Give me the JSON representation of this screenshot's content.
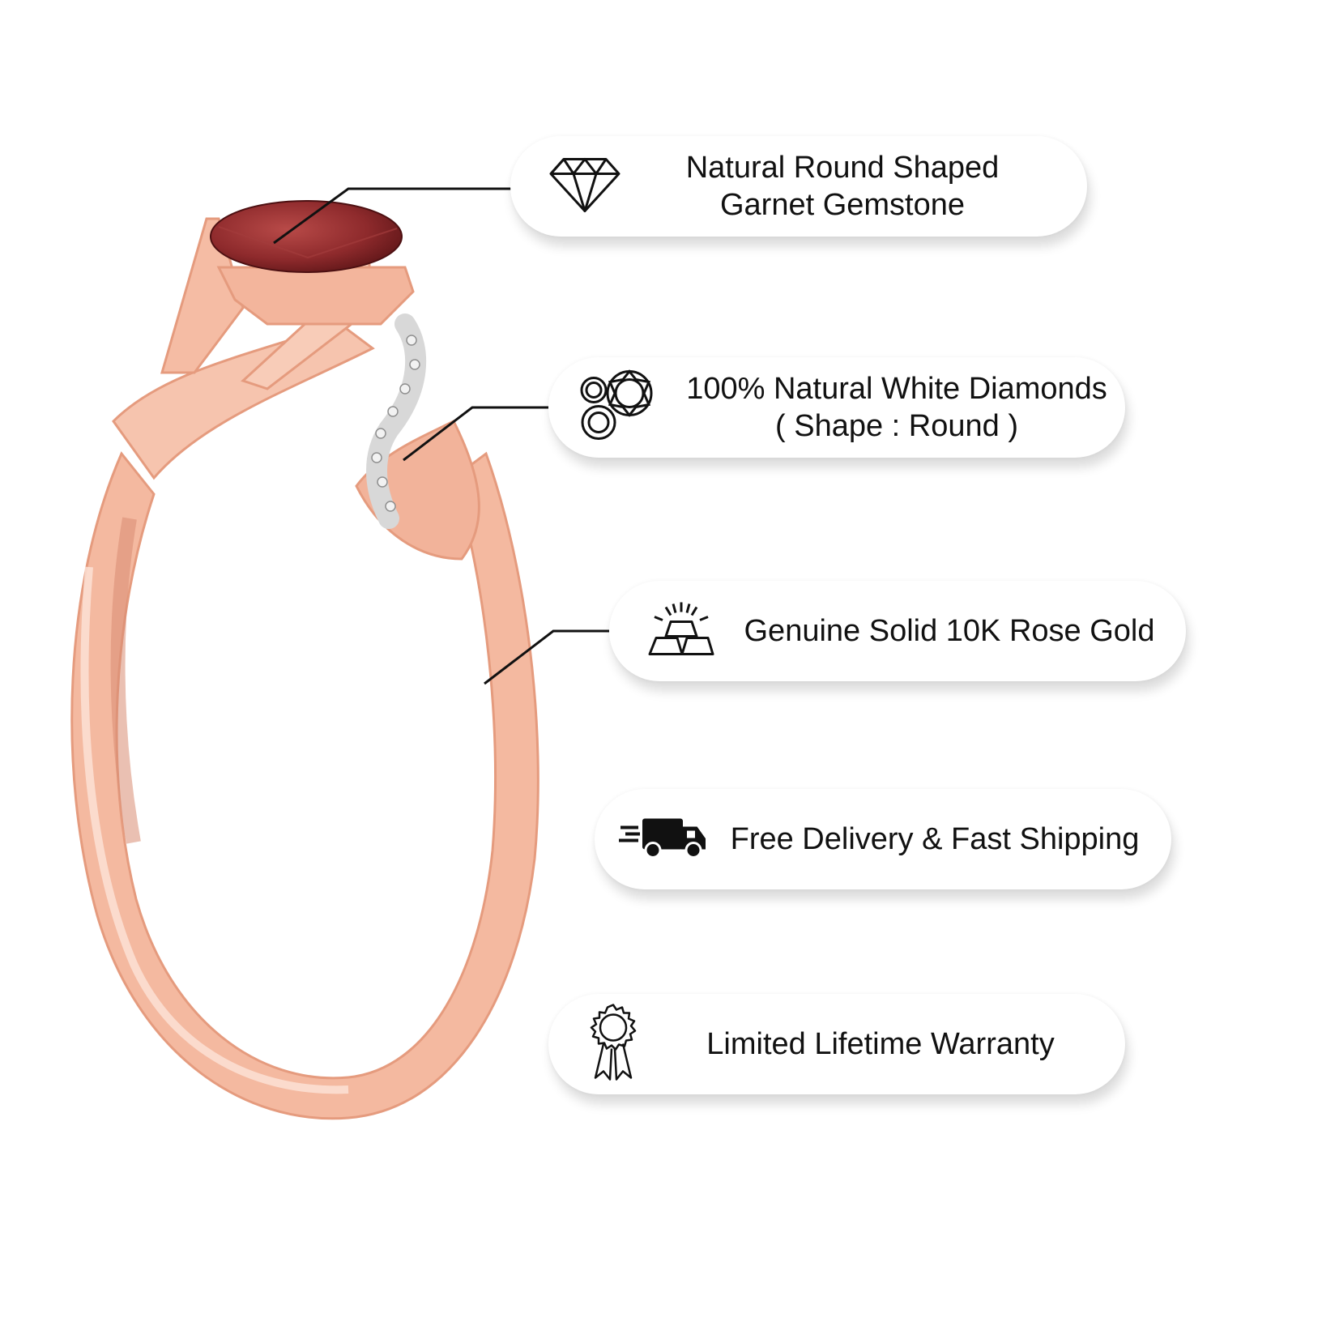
{
  "features": [
    {
      "icon": "diamond-icon",
      "lines": [
        "Natural Round Shaped",
        "Garnet Gemstone"
      ]
    },
    {
      "icon": "round-diamonds-icon",
      "lines": [
        "100% Natural White Diamonds",
        "( Shape : Round )"
      ]
    },
    {
      "icon": "gold-bars-icon",
      "lines": [
        "Genuine Solid 10K Rose Gold"
      ]
    },
    {
      "icon": "delivery-truck-icon",
      "lines": [
        "Free Delivery & Fast Shipping"
      ]
    },
    {
      "icon": "award-ribbon-icon",
      "lines": [
        "Limited Lifetime Warranty"
      ]
    }
  ],
  "colors": {
    "rose_gold": "#f4b9a0",
    "rose_gold_dark": "#e59b7e",
    "garnet": "#8e2a2c",
    "text": "#111111",
    "leader_line": "#111111"
  }
}
